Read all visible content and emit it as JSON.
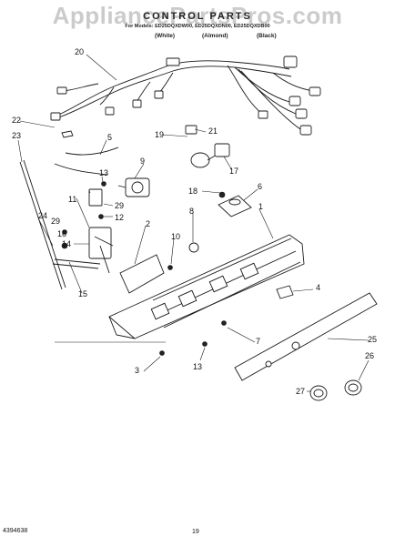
{
  "watermark": "AppliancePartsPros.com",
  "header": {
    "title": "CONTROL PARTS",
    "models": "For Models: ED25DQXDW00, ED25DQXDN00, ED25DQXDB00",
    "colors": [
      "(White)",
      "(Almond)",
      "(Black)"
    ]
  },
  "callouts": {
    "c1": "1",
    "c2": "2",
    "c3": "3",
    "c4": "4",
    "c5": "5",
    "c6": "6",
    "c7": "7",
    "c8": "8",
    "c9": "9",
    "c10": "10",
    "c11": "11",
    "c12": "12",
    "c13a": "13",
    "c13b": "13",
    "c14": "14",
    "c15": "15",
    "c16": "16",
    "c17": "17",
    "c18": "18",
    "c19": "19",
    "c20": "20",
    "c21": "21",
    "c22": "22",
    "c23": "23",
    "c24": "24",
    "c25": "25",
    "c26": "26",
    "c27": "27",
    "c29a": "29",
    "c29b": "29"
  },
  "footer": {
    "part_number": "4394638",
    "page": "19"
  }
}
